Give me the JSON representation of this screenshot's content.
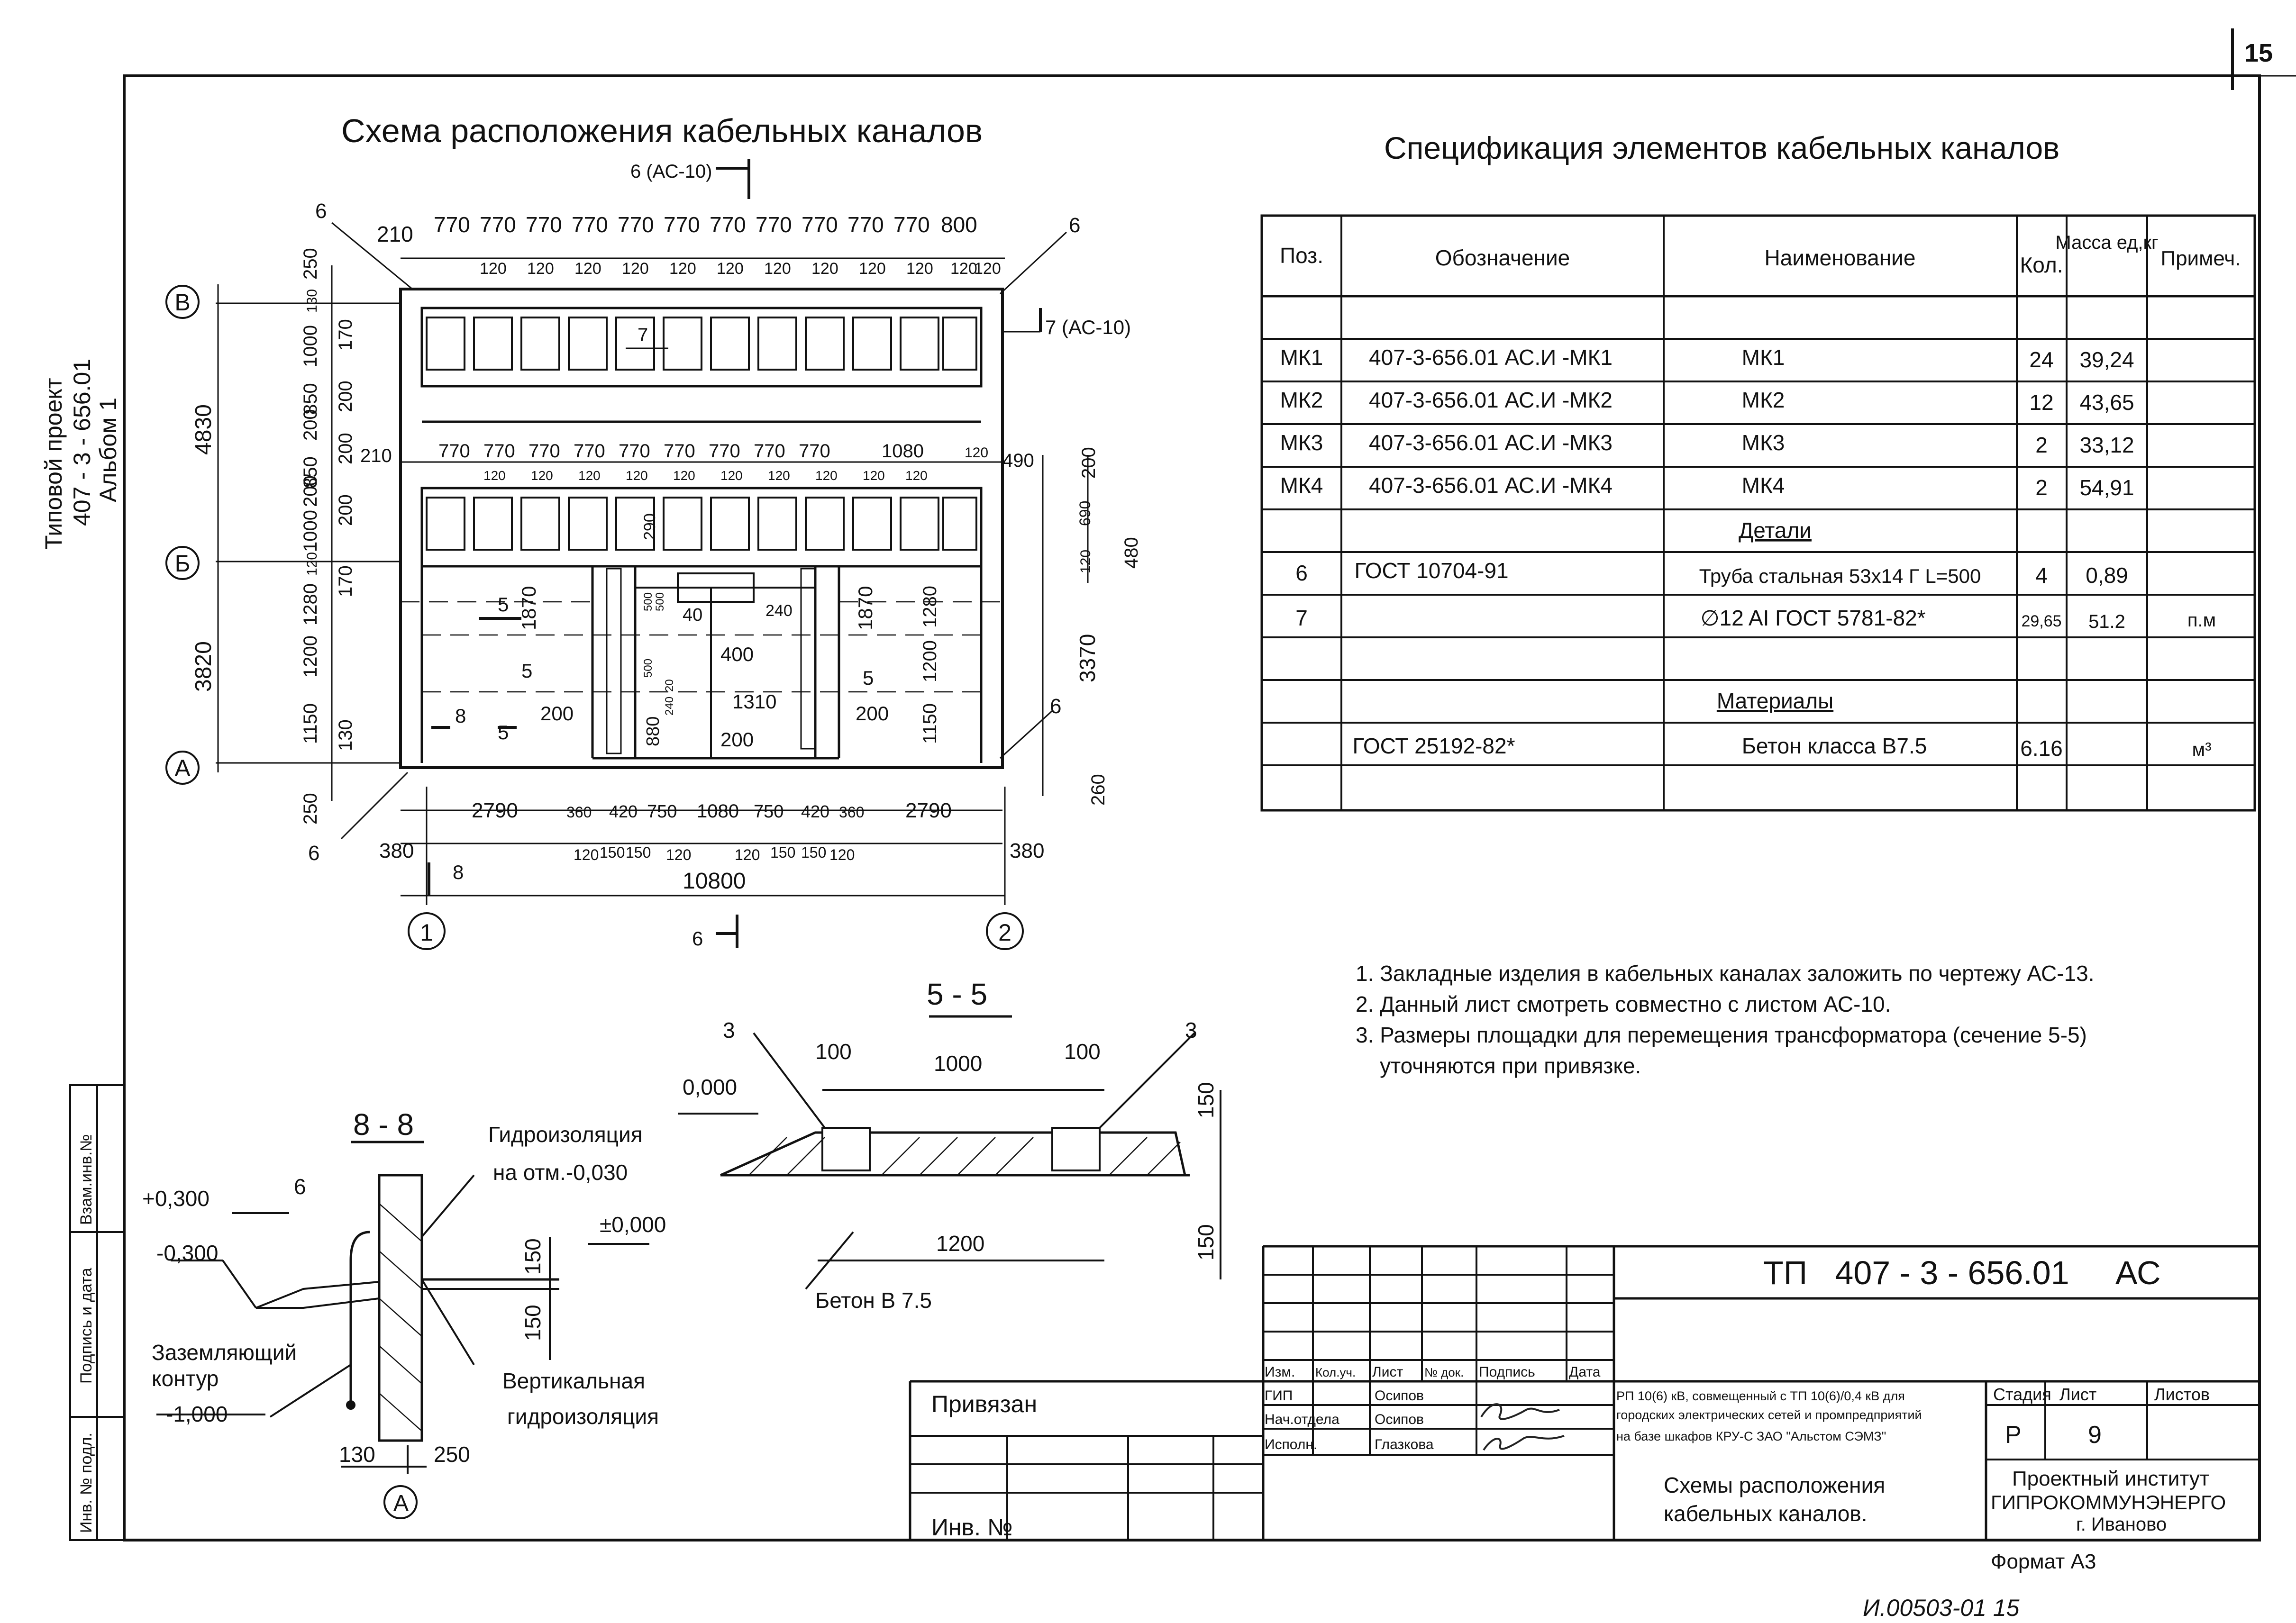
{
  "sheet": {
    "page_number": "15",
    "format": "Формат А3",
    "handwritten_inventory": "И.00503-01 15",
    "side_label": [
      "Типовой проект",
      "407 - 3 - 656.01",
      "Альбом 1"
    ],
    "side_stamp_cells": [
      "Взам.инв.№",
      "Подпись и дата",
      "Инв. № подл."
    ]
  },
  "plan": {
    "title": "Схема расположения кабельных каналов",
    "section_marks": {
      "top": "6 (АС-10)",
      "right": "7 (АС-10)",
      "bottom": "6"
    },
    "top_dims": [
      "210",
      "770",
      "770",
      "770",
      "770",
      "770",
      "770",
      "770",
      "770",
      "770",
      "770",
      "770",
      "800"
    ],
    "top_sub_dims": [
      "120",
      "120",
      "120",
      "120",
      "120",
      "120",
      "120",
      "120",
      "120",
      "120",
      "120",
      "120"
    ],
    "mid_dims": [
      "210",
      "770",
      "770",
      "770",
      "770",
      "770",
      "770",
      "770",
      "770",
      "770",
      "1080",
      "120",
      "490"
    ],
    "mid_sub_dims": [
      "120",
      "120",
      "120",
      "120",
      "120",
      "120",
      "120",
      "120",
      "120",
      "120"
    ],
    "left_dims_outer": [
      "4830",
      "3820"
    ],
    "left_dims_inner": [
      "250",
      "130",
      "1000",
      "850",
      "200",
      "850",
      "200",
      "1000",
      "120",
      "1280",
      "1200",
      "1150",
      "250"
    ],
    "left_small": [
      "170",
      "200",
      "200",
      "200",
      "170",
      "130"
    ],
    "right_dims": [
      "200",
      "690",
      "120",
      "480",
      "1280",
      "1200",
      "1150",
      "3370",
      "260"
    ],
    "inner_labels": [
      "1870",
      "1870",
      "5",
      "5",
      "5",
      "5",
      "8",
      "8",
      "200",
      "200",
      "200",
      "400",
      "1310",
      "880",
      "40",
      "240",
      "290",
      "7"
    ],
    "inner_small": [
      "500",
      "500",
      "500",
      "20",
      "240"
    ],
    "bottom_dims": [
      "2790",
      "360",
      "420",
      "750",
      "1080",
      "750",
      "420",
      "360",
      "2790"
    ],
    "bottom_sub": [
      "120",
      "150",
      "150",
      "120",
      "120",
      "150",
      "150",
      "120"
    ],
    "bottom_total": "10800",
    "edge_dims": [
      "380",
      "380"
    ],
    "axes": {
      "b": "В",
      "b2": "Б",
      "a": "А",
      "x1": "1",
      "x2": "2"
    },
    "callouts": [
      "6",
      "6",
      "6",
      "6"
    ]
  },
  "spec": {
    "title": "Спецификация элементов кабельных каналов",
    "headers": [
      "Поз.",
      "Обозначение",
      "Наименование",
      "Кол.",
      "Масса ед,кг",
      "Примеч."
    ],
    "rows": [
      [
        "",
        "",
        "",
        "",
        "",
        ""
      ],
      [
        "МК1",
        "407-3-656.01   АС.И -МК1",
        "МК1",
        "24",
        "39,24",
        ""
      ],
      [
        "МК2",
        "407-3-656.01   АС.И -МК2",
        "МК2",
        "12",
        "43,65",
        ""
      ],
      [
        "МК3",
        "407-3-656.01   АС.И -МК3",
        "МК3",
        "2",
        "33,12",
        ""
      ],
      [
        "МК4",
        "407-3-656.01   АС.И -МК4",
        "МК4",
        "2",
        "54,91",
        ""
      ],
      [
        "",
        "",
        "Детали",
        "",
        "",
        ""
      ],
      [
        "6",
        "ГОСТ 10704-91",
        "Труба стальная 53х14 Г  L=500",
        "4",
        "0,89",
        ""
      ],
      [
        "7",
        "",
        "∅12 AI ГОСТ 5781-82*",
        "29,65",
        "51.2",
        "п.м"
      ],
      [
        "",
        "",
        "",
        "",
        "",
        ""
      ],
      [
        "",
        "",
        "Материалы",
        "",
        "",
        ""
      ],
      [
        "",
        "ГОСТ 25192-82*",
        "Бетон класса В7.5",
        "6.16",
        "",
        "м³"
      ],
      [
        "",
        "",
        "",
        "",
        "",
        ""
      ]
    ]
  },
  "notes": [
    "1. Закладные изделия в кабельных каналах заложить по чертежу АС-13.",
    "2. Данный лист смотреть совместно с листом  АС-10.",
    "3. Размеры площадки для перемещения трансформатора (сечение 5-5)",
    "    уточняются при привязке."
  ],
  "section55": {
    "title": "5 - 5",
    "dims": [
      "100",
      "1000",
      "100",
      "1200",
      "150",
      "150"
    ],
    "level": "0,000",
    "marks": [
      "3",
      "3"
    ],
    "concrete": "Бетон В 7.5"
  },
  "section88": {
    "title": "8 - 8",
    "levels": [
      "+0,300",
      "-0,300",
      "±0,000",
      "-1,000"
    ],
    "labels": [
      "Гидроизоляция",
      "на отм.-0,030",
      "Заземляющий",
      "контур",
      "Вертикальная",
      "гидроизоляция"
    ],
    "dims": [
      "150",
      "150",
      "130",
      "250"
    ],
    "mark": "6",
    "axis": "А"
  },
  "title_block": {
    "code": "ТП   407 - 3 - 656.01     АС",
    "bound": "Привязан",
    "inv": "Инв. №",
    "head_cells": [
      "Изм.",
      "Кол.уч.",
      "Лист",
      "№ док.",
      "Подпись",
      "Дата"
    ],
    "roles": [
      "ГИП",
      "Нач.отдела",
      "Исполн."
    ],
    "names": [
      "Осипов",
      "Осипов",
      "Глазкова"
    ],
    "project_desc": [
      "РП 10(6) кВ, совмещенный с ТП 10(6)/0,4 кВ для",
      "городских электрических сетей  и промпредприятий",
      "на базе шкафов КРУ-С ЗАО \"Альстом СЭМЗ\""
    ],
    "stage_headers": [
      "Стадия",
      "Лист",
      "Листов"
    ],
    "stage": "Р",
    "sheet": "9",
    "sheet_title": [
      "Схемы расположения",
      "кабельных каналов."
    ],
    "org": [
      "Проектный институт",
      "ГИПРОКОММУНЭНЕРГО",
      "г. Иваново"
    ]
  }
}
